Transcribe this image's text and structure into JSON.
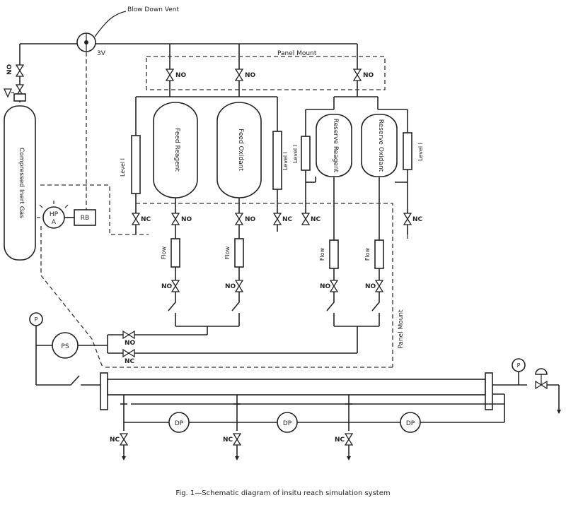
{
  "labels": {
    "blow_down_vent": "Blow Down Vent",
    "three_way": "3V",
    "panel_mount_top": "Panel Mount",
    "panel_mount_side": "Panel Mount",
    "compressed_gas": "Compressed Inert Gas",
    "feed_reagent": "Feed Reagent",
    "feed_oxidant": "Feed Oxidant",
    "reserve_reagent": "Reserve Reagent",
    "reserve_oxidant": "Reserve Oxidant",
    "level": "Level I",
    "hpa_line1": "HP",
    "hpa_line2": "A",
    "rb": "RB",
    "ps": "PS",
    "p": "P",
    "dp": "DP",
    "flow": "Flow",
    "no": "NO",
    "nc": "NC"
  },
  "caption": "Fig. 1—Schematic diagram of insitu reach simulation system"
}
